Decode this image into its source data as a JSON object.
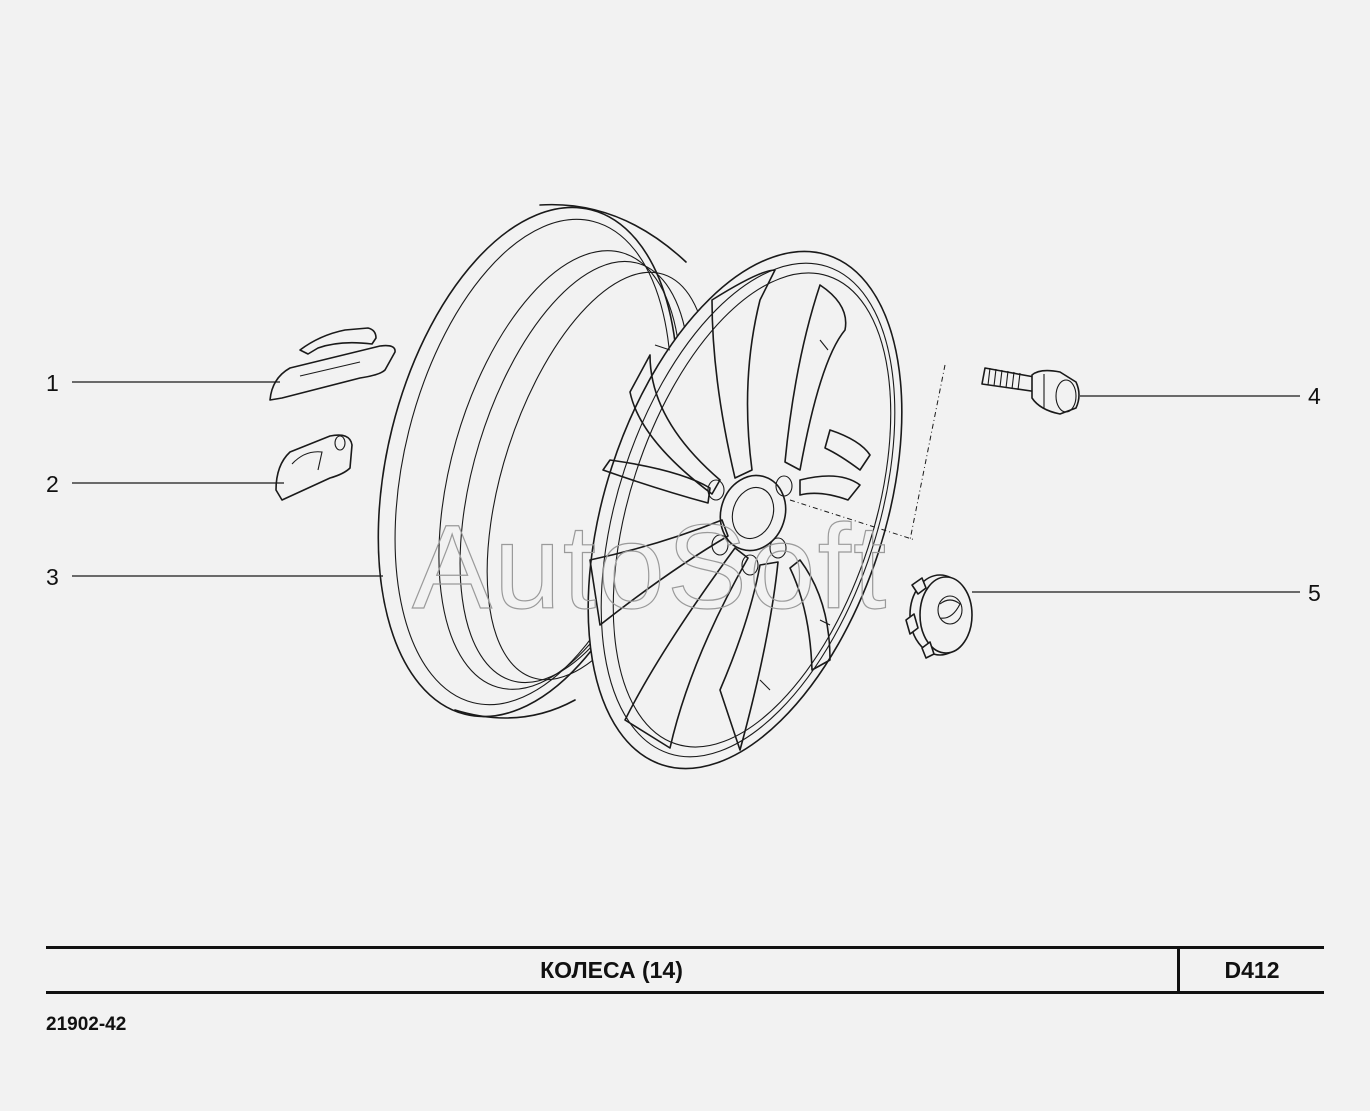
{
  "watermark": "AutoSoft",
  "callouts": [
    {
      "number": "1"
    },
    {
      "number": "2"
    },
    {
      "number": "3"
    },
    {
      "number": "4"
    },
    {
      "number": "5"
    }
  ],
  "title_block": {
    "title": "КОЛЕСА (14)",
    "code": "D412"
  },
  "model_code": "21902-42"
}
